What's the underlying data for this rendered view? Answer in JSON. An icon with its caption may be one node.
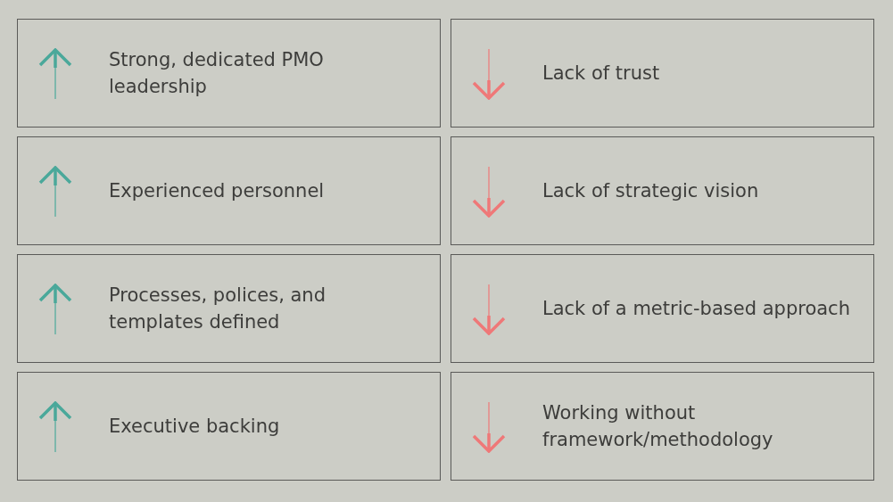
{
  "diagram": {
    "nodes": [
      {
        "text": [
          "Strong, dedicated PMO leadership"
        ]
      },
      {
        "text": [
          "Lack of trust"
        ]
      },
      {
        "text": [
          "Experienced personnel"
        ]
      },
      {
        "text": [
          "Lack of strategic vision"
        ]
      },
      {
        "text": [
          "Processes, polices, and templates defined"
        ]
      },
      {
        "text": [
          "Lack of a metric-based approach"
        ]
      },
      {
        "text": [
          "Executive backing"
        ]
      },
      {
        "text": [
          "Working without framework/methodology"
        ]
      }
    ]
  }
}
